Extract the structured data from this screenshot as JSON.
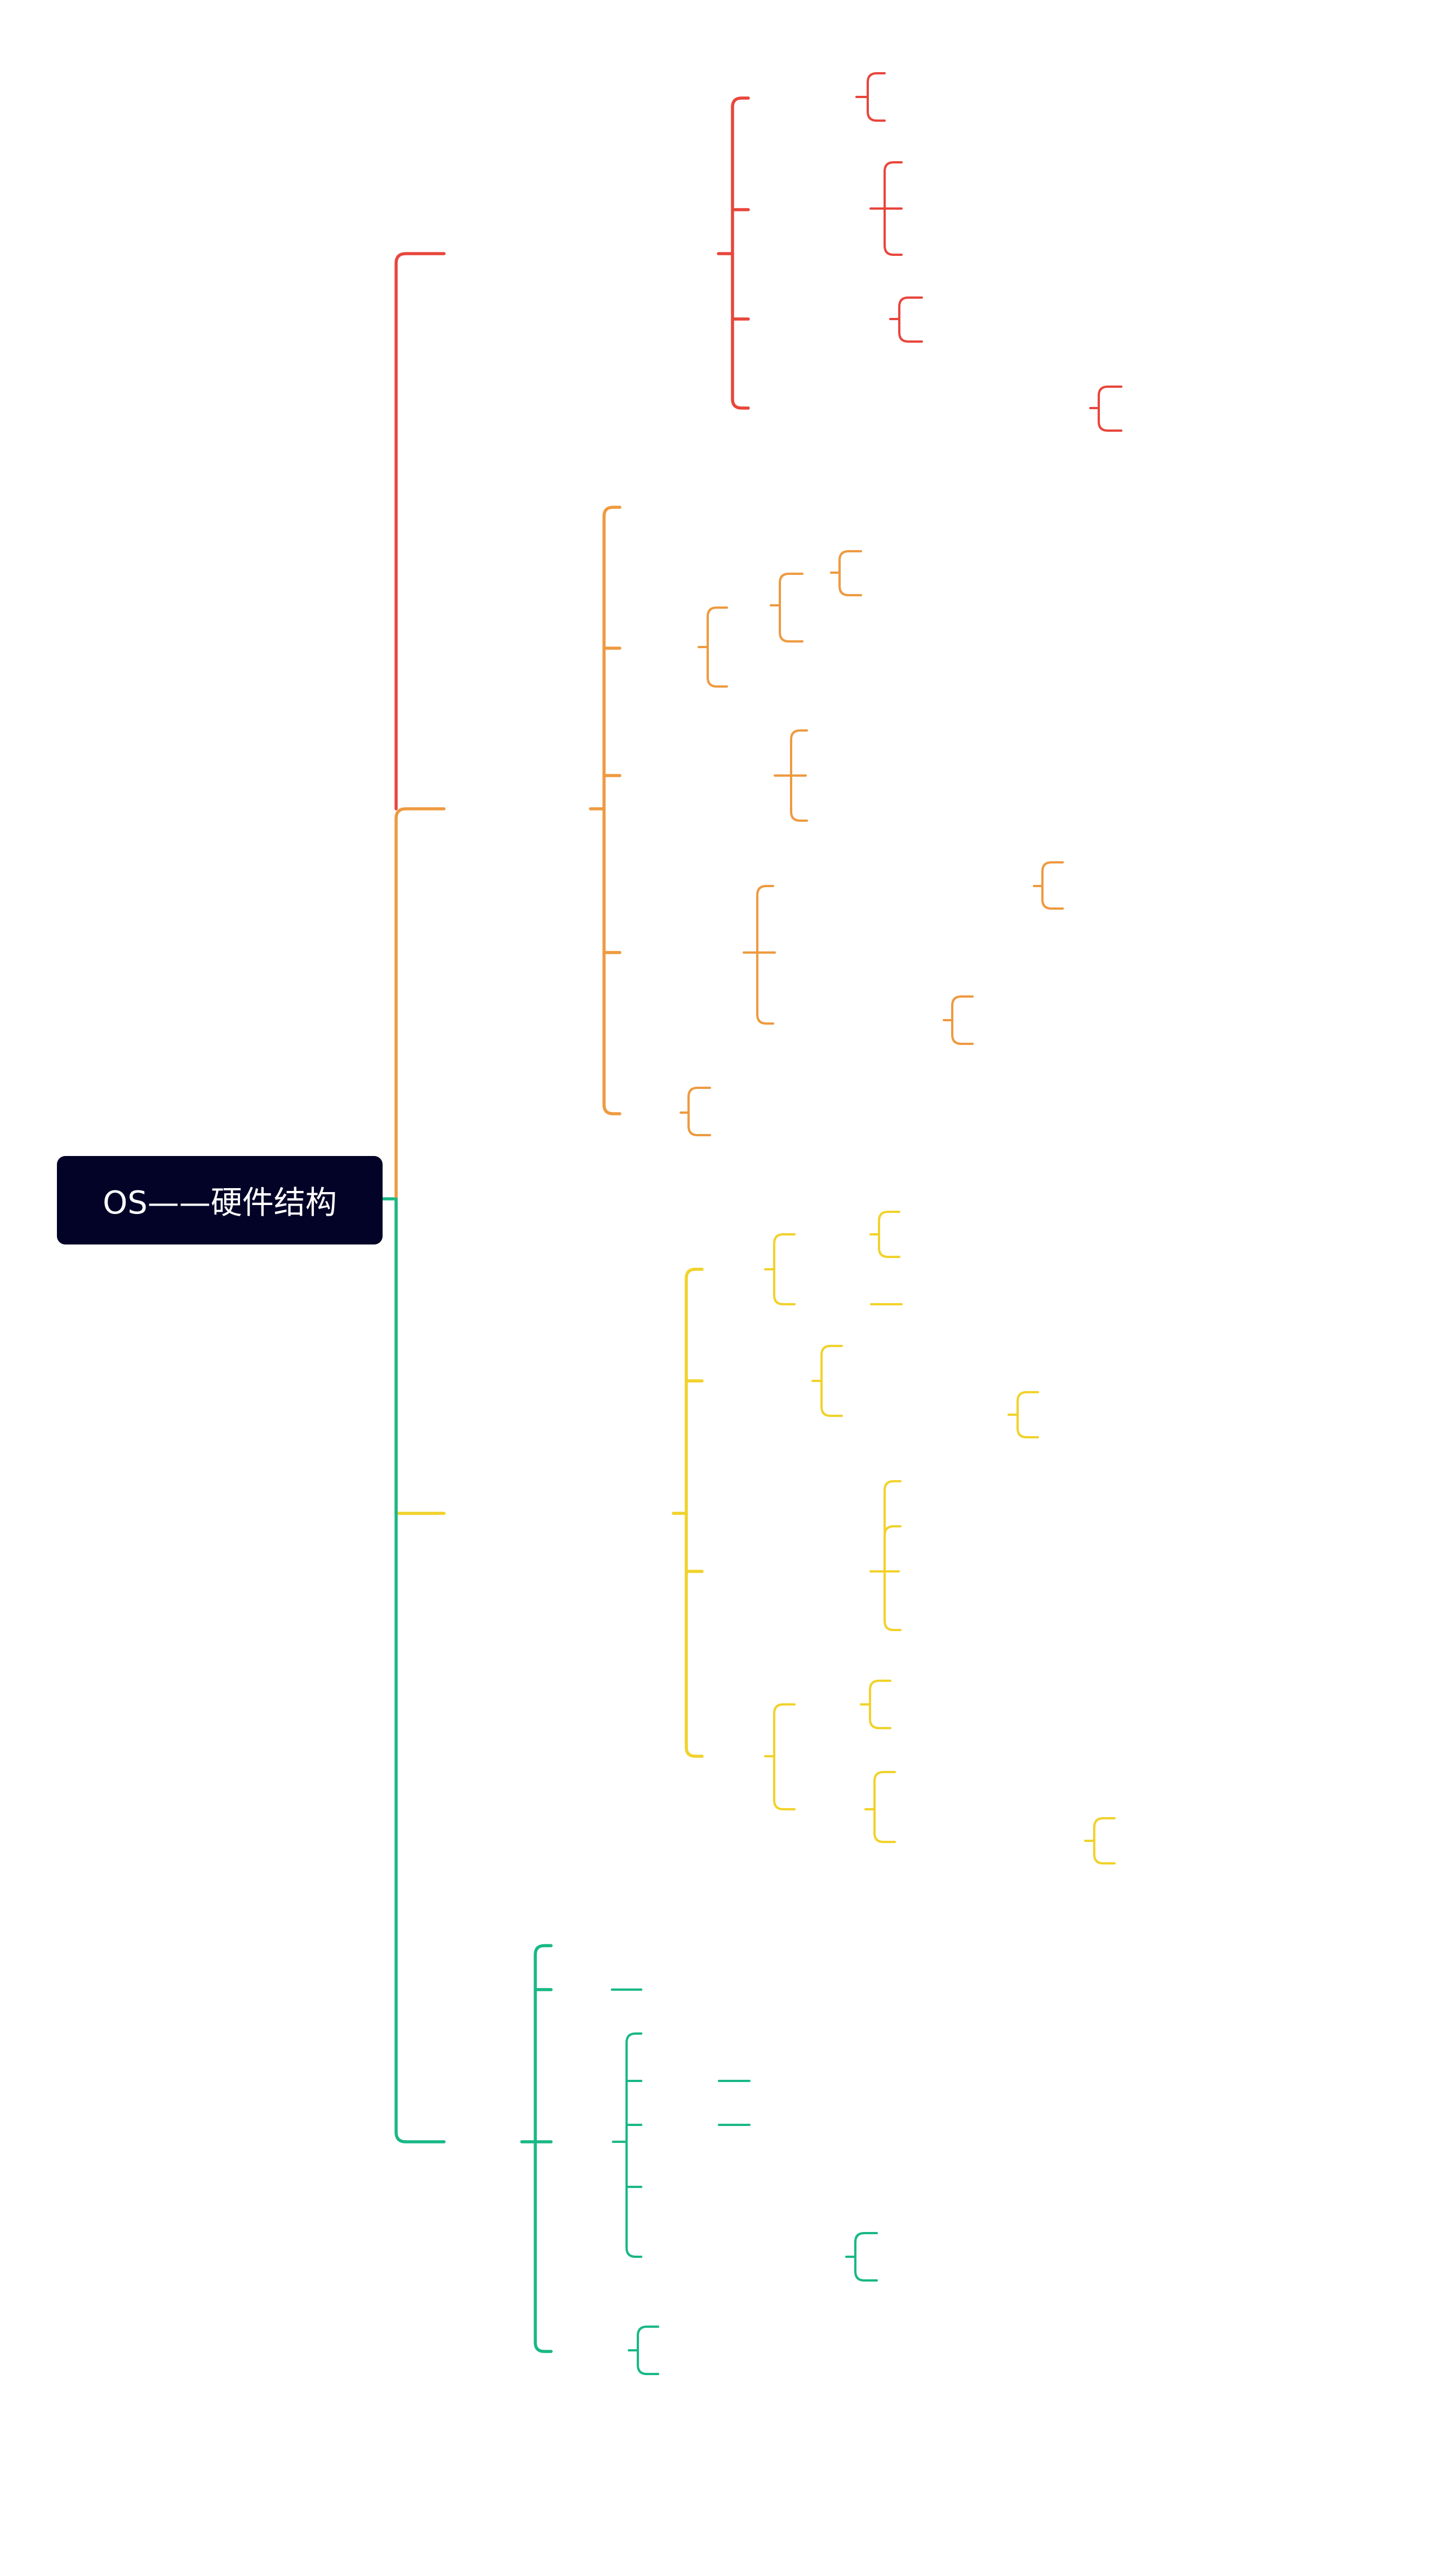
{
  "root": {
    "label": "OS——硬件结构"
  },
  "colors": {
    "root_fill": "#030328",
    "branch_1": "#E8463C",
    "branch_2": "#EE9A40",
    "branch_3": "#F1D22B",
    "branch_4": "#19B886"
  },
  "branches": [
    {
      "id": "branch-1",
      "color": "#E8463C",
      "label": ""
    },
    {
      "id": "branch-2",
      "color": "#EE9A40",
      "label": ""
    },
    {
      "id": "branch-3",
      "color": "#F1D22B",
      "label": ""
    },
    {
      "id": "branch-4",
      "color": "#19B886",
      "label": ""
    }
  ]
}
